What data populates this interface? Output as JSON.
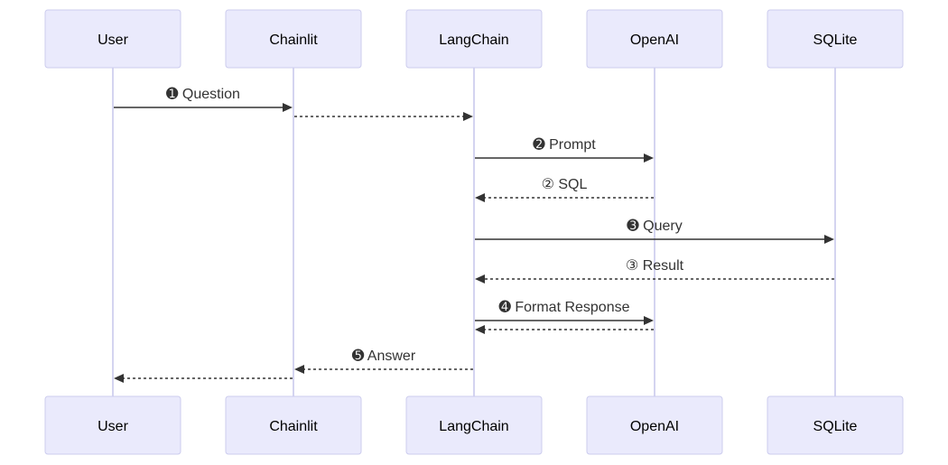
{
  "participants": [
    {
      "id": "user",
      "label": "User"
    },
    {
      "id": "chainlit",
      "label": "Chainlit"
    },
    {
      "id": "langchain",
      "label": "LangChain"
    },
    {
      "id": "openai",
      "label": "OpenAI"
    },
    {
      "id": "sqlite",
      "label": "SQLite"
    }
  ],
  "messages": [
    {
      "from": "user",
      "to": "chainlit",
      "label": "➊ Question",
      "style": "solid"
    },
    {
      "from": "chainlit",
      "to": "langchain",
      "label": "",
      "style": "dashed"
    },
    {
      "from": "langchain",
      "to": "openai",
      "label": "➋ Prompt",
      "style": "solid"
    },
    {
      "from": "openai",
      "to": "langchain",
      "label": "② SQL",
      "style": "dashed"
    },
    {
      "from": "langchain",
      "to": "sqlite",
      "label": "➌ Query",
      "style": "solid"
    },
    {
      "from": "sqlite",
      "to": "langchain",
      "label": "③ Result",
      "style": "dashed"
    },
    {
      "from": "langchain",
      "to": "openai",
      "label": "➍ Format Response",
      "style": "solid"
    },
    {
      "from": "openai",
      "to": "langchain",
      "label": "",
      "style": "dashed"
    },
    {
      "from": "langchain",
      "to": "chainlit",
      "label": "➎ Answer",
      "style": "dashed"
    },
    {
      "from": "chainlit",
      "to": "user",
      "label": "",
      "style": "dashed"
    }
  ],
  "colors": {
    "actor_fill": "#eaeafc",
    "actor_border": "#ccccee",
    "lifeline": "#d4d4f0",
    "arrow": "#333333"
  }
}
